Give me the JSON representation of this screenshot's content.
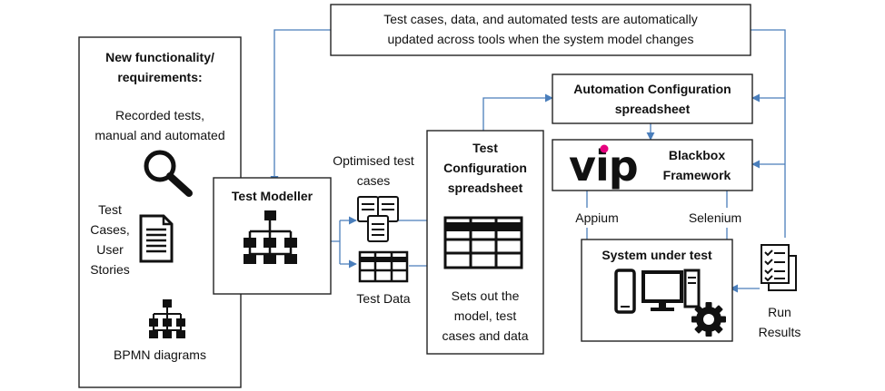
{
  "banner": {
    "line1": "Test cases, data, and automated tests are automatically",
    "line2": "updated across tools when the system model changes"
  },
  "requirements": {
    "title_line1": "New functionality/",
    "title_line2": "requirements:",
    "recorded_line1": "Recorded tests,",
    "recorded_line2": "manual and automated",
    "testcases_line1": "Test",
    "testcases_line2": "Cases,",
    "testcases_line3": "User",
    "testcases_line4": "Stories",
    "bpmn": "BPMN diagrams"
  },
  "modeller": {
    "title": "Test Modeller"
  },
  "artifacts": {
    "optimised_line1": "Optimised test",
    "optimised_line2": "cases",
    "testdata": "Test Data"
  },
  "config": {
    "title_line1": "Test",
    "title_line2": "Configuration",
    "title_line3": "spreadsheet",
    "desc_line1": "Sets out the",
    "desc_line2": "model, test",
    "desc_line3": "cases and data"
  },
  "automation": {
    "line1": "Automation Configuration",
    "line2": "spreadsheet"
  },
  "blackbox": {
    "logo": "vip",
    "line1": "Blackbox",
    "line2": "Framework"
  },
  "drivers": {
    "appium": "Appium",
    "selenium": "Selenium"
  },
  "sut": {
    "title": "System under test"
  },
  "results": {
    "line1": "Run",
    "line2": "Results"
  },
  "icons": [
    "magnifier-icon",
    "document-icon",
    "hierarchy-icon",
    "checklist-icon",
    "spreadsheet-icon",
    "phone-icon",
    "monitor-icon",
    "tower-icon",
    "gear-icon"
  ],
  "colors": {
    "arrow": "#4a7ebb",
    "border": "#222222",
    "logo_dot": "#e6007e"
  }
}
